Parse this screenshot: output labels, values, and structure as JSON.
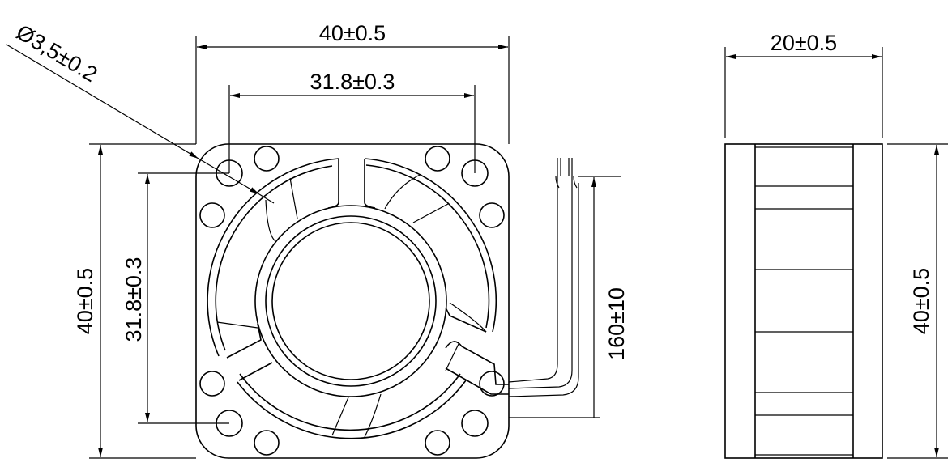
{
  "drawing": {
    "front_view": {
      "dims": {
        "width": "40±0.5",
        "hole_spacing_h": "31.8±0.3",
        "height": "40±0.5",
        "hole_spacing_v": "31.8±0.3",
        "hole_diameter": "Ø3,5±0.2",
        "lead_length": "160±10"
      }
    },
    "side_view": {
      "dims": {
        "depth": "20±0.5",
        "height": "40±0.5"
      }
    },
    "line_color": "#000000",
    "background_color": "#ffffff"
  }
}
